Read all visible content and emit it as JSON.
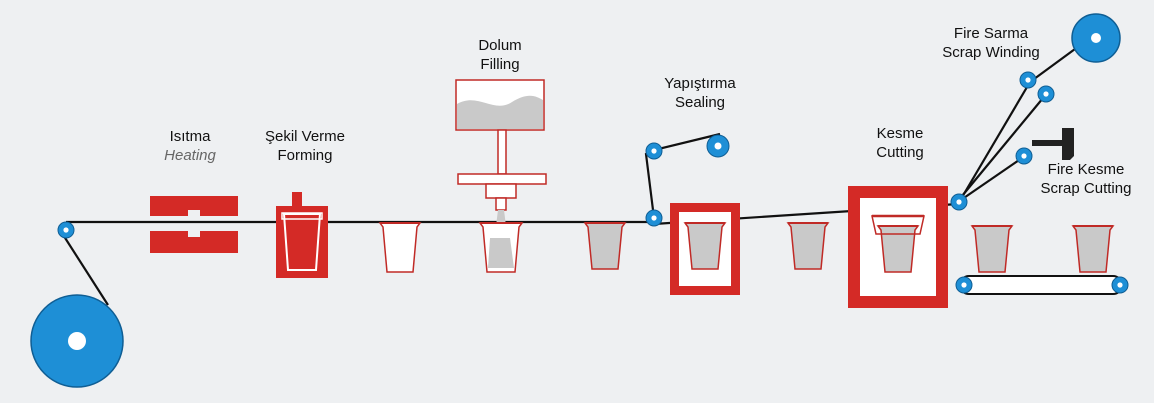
{
  "colors": {
    "background": "#eef0f2",
    "red": "#d42a26",
    "blue": "#1e8fd6",
    "cup_fill": "#c9c9c9",
    "dark": "#111111",
    "hopper_outline": "#c02a26"
  },
  "stations": {
    "heating": {
      "tr": "Isıtma",
      "en": "Heating"
    },
    "forming": {
      "tr": "Şekil Verme",
      "en": "Forming"
    },
    "filling": {
      "tr": "Dolum",
      "en": "Filling"
    },
    "sealing": {
      "tr": "Yapıştırma",
      "en": "Sealing"
    },
    "cutting": {
      "tr": "Kesme",
      "en": "Cutting"
    },
    "scrap_winding": {
      "tr": "Fire Sarma",
      "en": "Scrap Winding"
    },
    "scrap_cutting": {
      "tr": "Fire Kesme",
      "en": "Scrap Cutting"
    }
  },
  "icons": [
    "supply-roll-icon",
    "heater-icon",
    "forming-die-icon",
    "filling-hopper-icon",
    "sealing-frame-icon",
    "cutting-frame-icon",
    "scrap-cutter-icon",
    "scrap-roll-icon",
    "conveyor-icon",
    "cup-icon",
    "pulley-icon"
  ]
}
